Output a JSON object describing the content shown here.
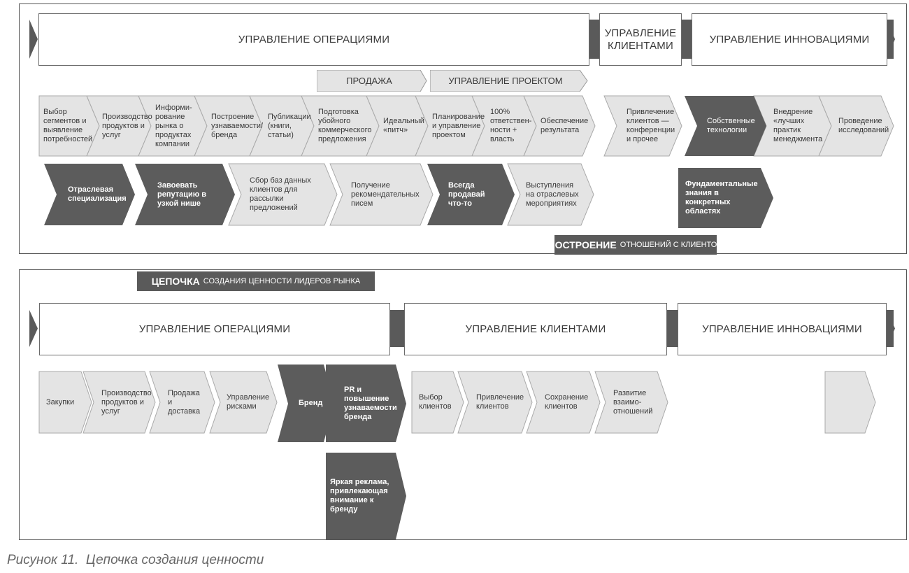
{
  "top": {
    "headers": {
      "operations": "УПРАВЛЕНИЕ ОПЕРАЦИЯМИ",
      "clients": "УПРАВЛЕНИЕ КЛИЕНТАМИ",
      "innovations": "УПРАВЛЕНИЕ ИННОВАЦИЯМИ"
    },
    "sub_headers": {
      "sale": "ПРОДАЖА",
      "project": "УПРАВЛЕНИЕ ПРОЕКТОМ"
    },
    "row1": [
      "Выбор сегментов и выявление потребностей",
      "Производство продуктов и услуг",
      "Информи-рование рынка о продуктах компании",
      "Построение узнаваемости/ бренда",
      "Публикации (книги, статьи)",
      "Подготовка убойного коммерческого предложения",
      "Идеальный «питч»",
      "Планирование и управление проектом",
      "100% ответствен-ности + власть",
      "Обеспечение результата",
      "Привлечение клиентов — конференции и прочее",
      "Собственные технологии",
      "Внедрение «лучших практик менеджмента",
      "Проведение исследований"
    ],
    "row2": [
      "Отраслевая специализация",
      "Завоевать репутацию в узкой нише",
      "Сбор баз данных клиентов для рассылки предложений",
      "Получение рекомендательных писем",
      "Всегда продавай что-то",
      "Выступления на отраслевых мероприятиях",
      "Фундаментальные знания в конкретных областях"
    ],
    "label_strong": "ПОСТРОЕНИЕ",
    "label_rest": "ОТНОШЕНИЙ С КЛИЕНТОМ"
  },
  "bottom": {
    "label_strong": "ЦЕПОЧКА",
    "label_rest": "СОЗДАНИЯ ЦЕННОСТИ ЛИДЕРОВ РЫНКА",
    "headers": {
      "operations": "УПРАВЛЕНИЕ ОПЕРАЦИЯМИ",
      "clients": "УПРАВЛЕНИЕ КЛИЕНТАМИ",
      "innovations": "УПРАВЛЕНИЕ ИННОВАЦИЯМИ"
    },
    "row1": [
      "Закупки",
      "Производство продуктов и услуг",
      "Продажа и доставка",
      "Управление рисками",
      "Бренд",
      "PR и повышение узнаваемости бренда",
      "Выбор клиентов",
      "Привлечение клиентов",
      "Сохранение клиентов",
      "Развитие взаимо-отношений"
    ],
    "row2": [
      "Яркая реклама, привлекающая внимание к бренду"
    ]
  },
  "caption": {
    "number": "Рисунок 11.",
    "text": "Цепочка создания ценности"
  }
}
